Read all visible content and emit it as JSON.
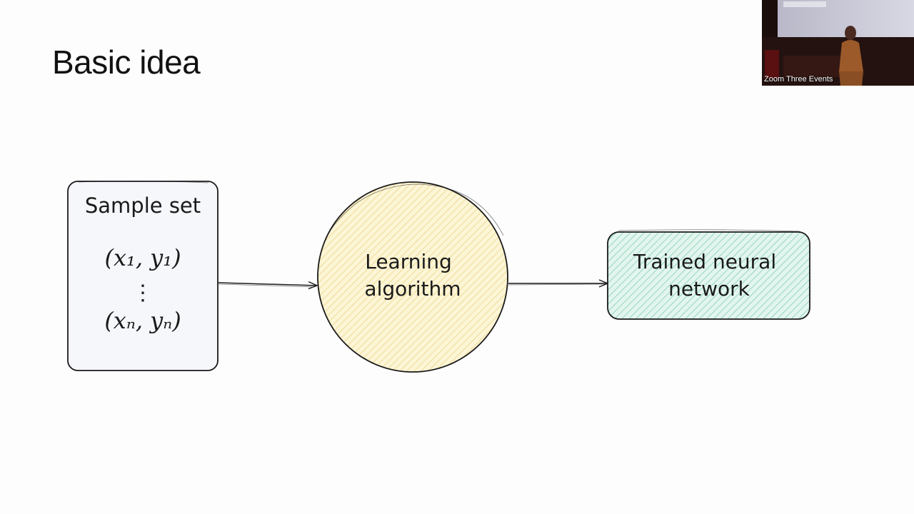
{
  "slide": {
    "title": "Basic idea"
  },
  "diagram": {
    "nodes": {
      "sample_set": {
        "label": "Sample set",
        "first_pair": "(x₁, y₁)",
        "dots": "⋮",
        "last_pair": "(xₙ, yₙ)",
        "fill": "#f7f8fc"
      },
      "learning_algorithm": {
        "label_line1": "Learning",
        "label_line2": "algorithm",
        "fill": "#fbf2c8",
        "hatch": "#f3e3a0"
      },
      "trained_network": {
        "label_line1": "Trained neural",
        "label_line2": "network",
        "fill": "#cdeee2",
        "hatch": "#9fdcc7"
      }
    },
    "edges": [
      {
        "from": "Sample set",
        "to": "Learning algorithm"
      },
      {
        "from": "Learning algorithm",
        "to": "Trained neural network"
      }
    ]
  },
  "video": {
    "label": "Zoom Three Events"
  }
}
